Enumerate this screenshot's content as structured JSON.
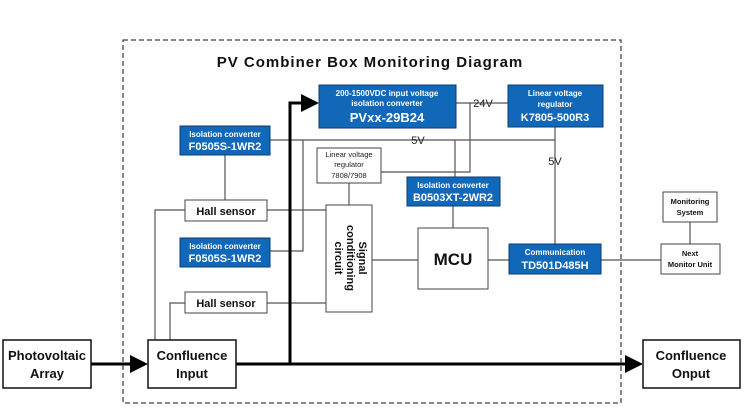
{
  "title": "PV Combiner Box Monitoring Diagram",
  "colors": {
    "block_blue": "#1167b8",
    "line": "#555555"
  },
  "blocks": {
    "pvxx": {
      "line1": "200-1500VDC input voltage",
      "line2": "isolation converter",
      "model": "PVxx-29B24"
    },
    "k7805": {
      "line1": "Linear voltage",
      "line2": "regulator",
      "model": "K7805-500R3"
    },
    "f0505_top": {
      "label": "Isolation converter",
      "model": "F0505S-1WR2"
    },
    "f0505_bottom": {
      "label": "Isolation converter",
      "model": "F0505S-1WR2"
    },
    "reg7808": {
      "line1": "Linear voltage",
      "line2": "regulator",
      "line3": "7808/7908"
    },
    "b0503": {
      "label": "Isolation converter",
      "model": "B0503XT-2WR2"
    },
    "hall1": "Hall sensor",
    "hall2": "Hall sensor",
    "signal": {
      "line1": "Signal",
      "line2": "conditioning",
      "line3": "circuit"
    },
    "mcu": "MCU",
    "td501": {
      "label": "Communication",
      "model": "TD501D485H"
    },
    "monitoring": {
      "line1": "Monitoring",
      "line2": "System"
    },
    "next_unit": {
      "line1": "Next",
      "line2": "Monitor Unit"
    },
    "pv_array": {
      "line1": "Photovoltaic",
      "line2": "Array"
    },
    "conf_input": {
      "line1": "Confluence",
      "line2": "Input"
    },
    "conf_output": {
      "line1": "Confluence",
      "line2": "Onput"
    }
  },
  "labels": {
    "v24": "24V",
    "v5_bus": "5V",
    "v5_vert": "5V"
  }
}
